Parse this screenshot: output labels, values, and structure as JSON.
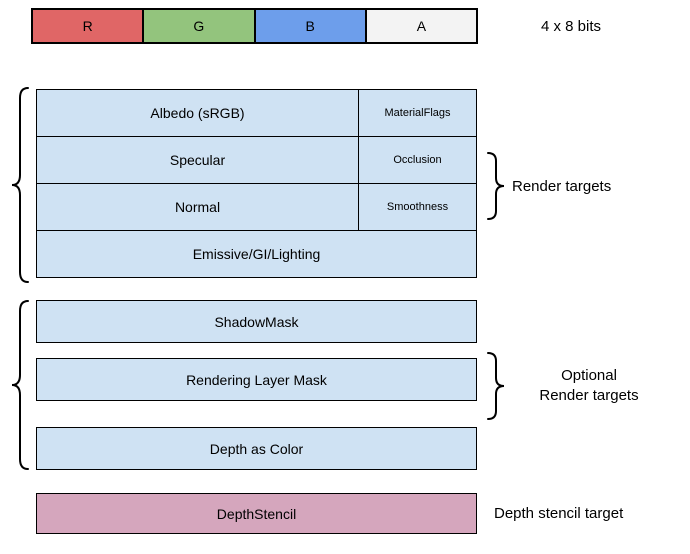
{
  "channel_bar": {
    "caption": "4 x 8 bits",
    "cells": [
      {
        "label": "R",
        "color": "#e06666"
      },
      {
        "label": "G",
        "color": "#93c47d"
      },
      {
        "label": "B",
        "color": "#6d9eeb"
      },
      {
        "label": "A",
        "color": "#f3f3f3"
      }
    ]
  },
  "render_targets": {
    "caption": "Render targets",
    "rows": [
      {
        "main": "Albedo (sRGB)",
        "side": "MaterialFlags"
      },
      {
        "main": "Specular",
        "side": "Occlusion"
      },
      {
        "main": "Normal",
        "side": "Smoothness"
      },
      {
        "main": "Emissive/GI/Lighting",
        "side": ""
      }
    ]
  },
  "optional_render_targets": {
    "caption_line1": "Optional",
    "caption_line2": "Render targets",
    "rows": [
      {
        "label": "ShadowMask"
      },
      {
        "label": "Rendering Layer Mask"
      },
      {
        "label": "Depth as Color"
      }
    ]
  },
  "depth_stencil": {
    "box_label": "DepthStencil",
    "caption": "Depth stencil target"
  },
  "colors": {
    "box_fill": "#cfe2f3",
    "depth_stencil_fill": "#d5a6bd"
  }
}
